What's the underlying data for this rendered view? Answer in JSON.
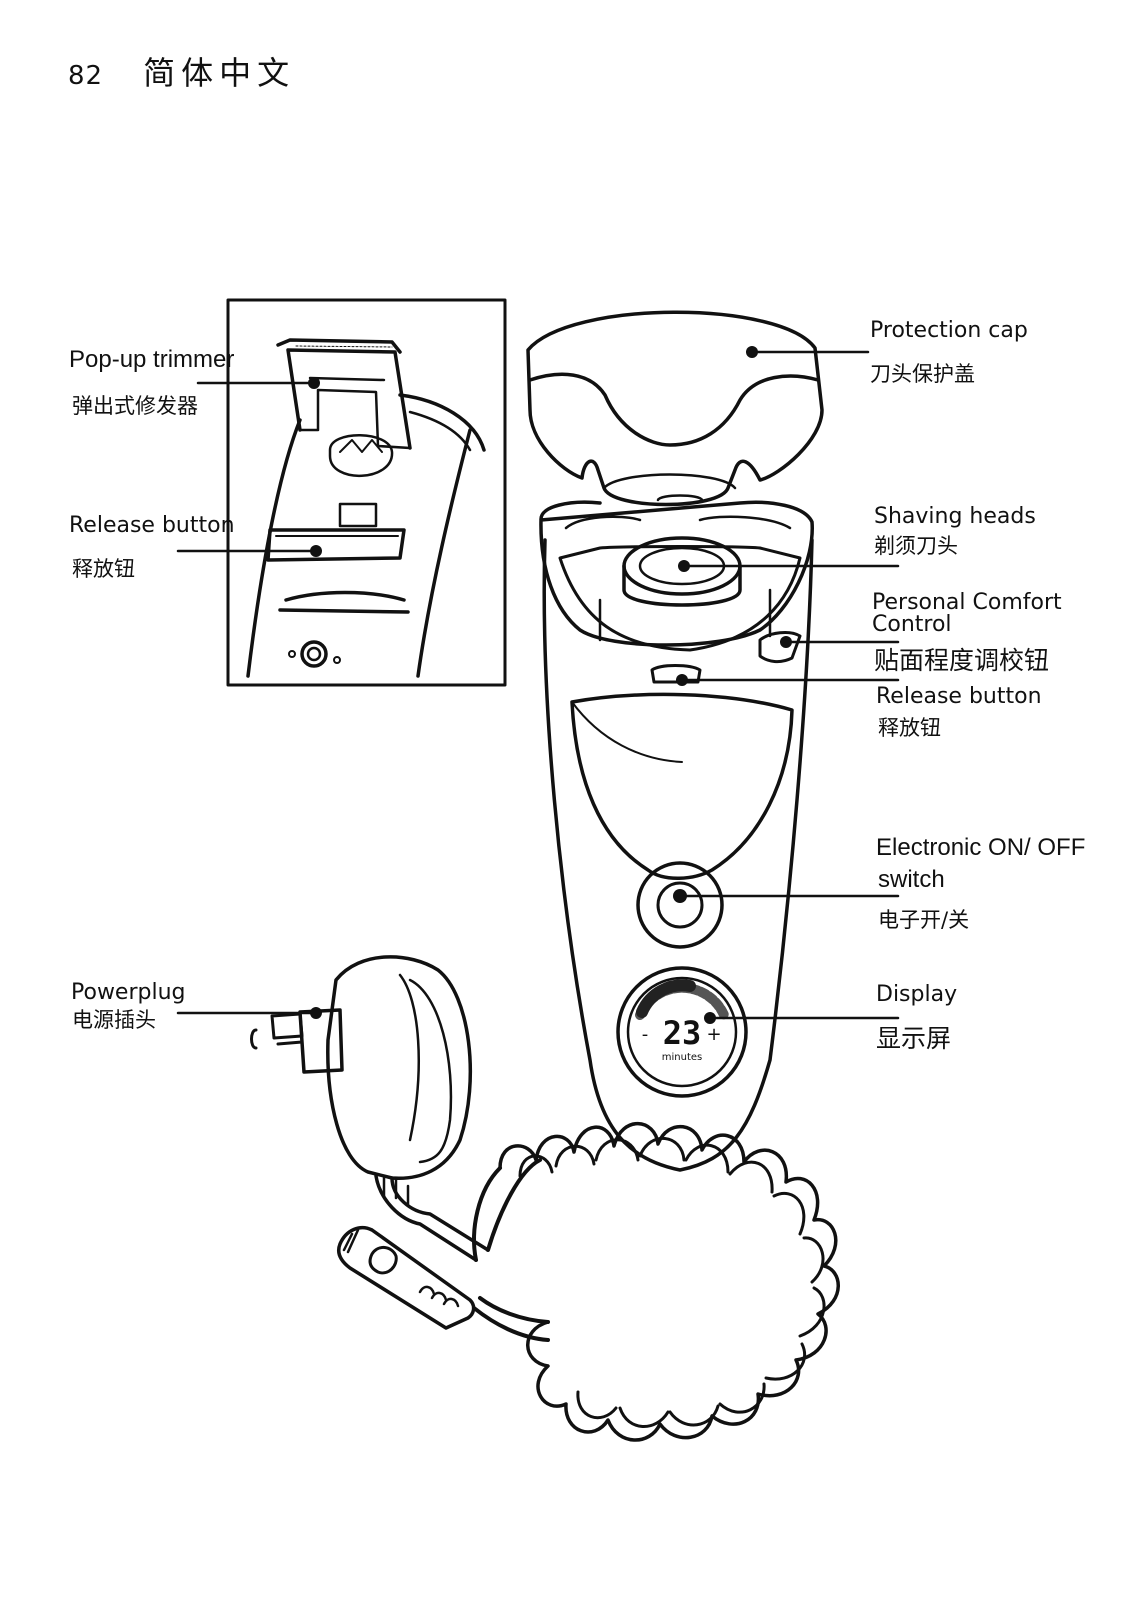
{
  "header": {
    "page_number": "82",
    "language": "简体中文"
  },
  "labels": {
    "popup_trimmer": {
      "en": "Pop-up trimmer",
      "zh": "弹出式修发器"
    },
    "release_button_left": {
      "en": "Release button",
      "zh": "释放钮"
    },
    "powerplug": {
      "en": "Powerplug",
      "zh": "电源插头"
    },
    "protection_cap": {
      "en": "Protection cap",
      "zh": "刀头保护盖"
    },
    "shaving_heads": {
      "en": "Shaving heads",
      "zh": "剃须刀头"
    },
    "comfort_control": {
      "en_line1": "Personal Comfort",
      "en_line2": "Control",
      "zh": "贴面程度调校钮"
    },
    "release_button_right": {
      "en": "Release button",
      "zh": "释放钮"
    },
    "onoff_switch": {
      "en_line1": "Electronic ON/ OFF",
      "en_line2": "switch",
      "zh": "电子开/关"
    },
    "display": {
      "en": "Display",
      "zh": "显示屏"
    }
  },
  "display_readout": {
    "value": "23",
    "minus": "-",
    "plus": "+",
    "unit": "minutes"
  }
}
